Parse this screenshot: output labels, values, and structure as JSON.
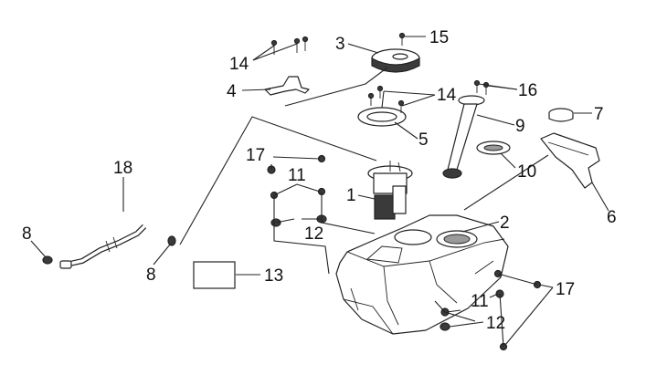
{
  "labels": {
    "l1": "1",
    "l2": "2",
    "l3": "3",
    "l4": "4",
    "l5": "5",
    "l6": "6",
    "l7": "7",
    "l8a": "8",
    "l8b": "8",
    "l9": "9",
    "l10": "10",
    "l11a": "11",
    "l11b": "11",
    "l12a": "12",
    "l12b": "12",
    "l13": "13",
    "l14a": "14",
    "l14b": "14",
    "l15": "15",
    "l16": "16",
    "l17a": "17",
    "l17b": "17",
    "l18": "18"
  }
}
